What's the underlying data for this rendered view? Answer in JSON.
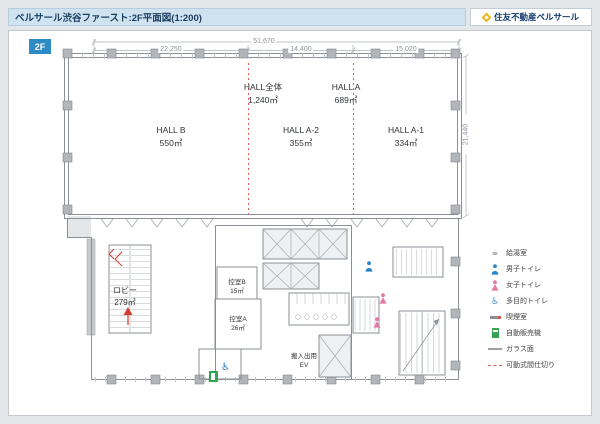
{
  "header": {
    "title": "ベルサール渋谷ファースト:2F平面図(1:200)",
    "brand": "住友不動産ベルサール"
  },
  "plan": {
    "floor_badge": "2F",
    "dimensions": {
      "total_width": "51,670",
      "seg_left": "22,250",
      "seg_mid": "14,400",
      "seg_right": "15,020",
      "height_right": "21,440"
    },
    "halls": [
      {
        "name": "HALL全体",
        "area": "1,240㎡"
      },
      {
        "name": "HALL A",
        "area": "689㎡"
      },
      {
        "name": "HALL B",
        "area": "550㎡"
      },
      {
        "name": "HALL A-2",
        "area": "355㎡"
      },
      {
        "name": "HALL A-1",
        "area": "334㎡"
      }
    ],
    "rooms": [
      {
        "name": "ロビー",
        "area": "279㎡"
      },
      {
        "name": "控室B",
        "area": "15㎡"
      },
      {
        "name": "控室A",
        "area": "26㎡"
      },
      {
        "name": "搬入出用",
        "area": "EV"
      }
    ]
  },
  "legend": {
    "items": [
      {
        "label": "給湯室"
      },
      {
        "label": "男子トイレ"
      },
      {
        "label": "女子トイレ"
      },
      {
        "label": "多目的トイレ"
      },
      {
        "label": "喫煙室"
      },
      {
        "label": "自動販売機"
      },
      {
        "label": "ガラス面"
      },
      {
        "label": "可動式間仕切り"
      }
    ]
  },
  "colors": {
    "accent_blue": "#2e8bc5",
    "partition_red": "#e0604f",
    "male_blue": "#2b87c8",
    "female_pink": "#e579a6",
    "exit_green": "#2fa84f"
  }
}
